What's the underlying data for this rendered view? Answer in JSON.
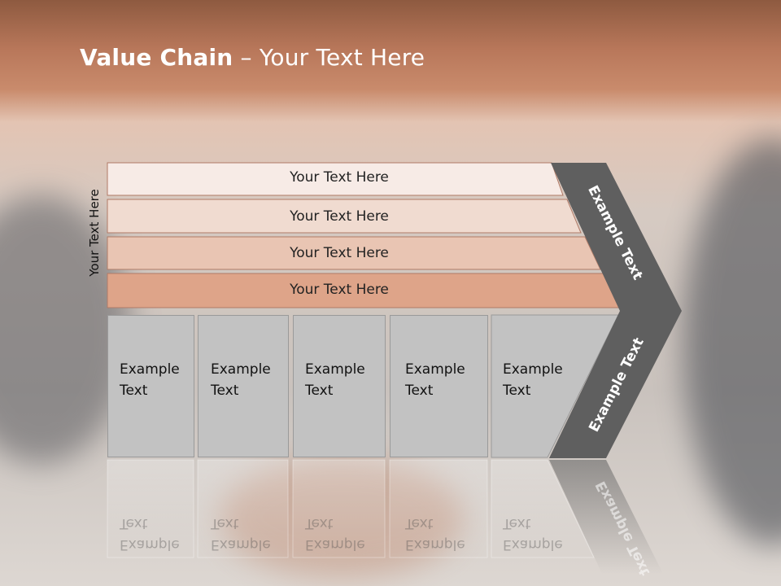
{
  "slide": {
    "title_bold": "Value Chain",
    "title_rest": " – Your Text Here",
    "vertical_label": "Your Text Here"
  },
  "bands": [
    {
      "label": "Your Text Here",
      "color": "#f7ebe6"
    },
    {
      "label": "Your Text Here",
      "color": "#f0dbd0"
    },
    {
      "label": "Your Text Here",
      "color": "#e9c5b3"
    },
    {
      "label": "Your Text Here",
      "color": "#dea489"
    }
  ],
  "boxes": [
    {
      "line1": "Example",
      "line2": "Text"
    },
    {
      "line1": "Example",
      "line2": "Text"
    },
    {
      "line1": "Example",
      "line2": "Text"
    },
    {
      "line1": "Example",
      "line2": "Text"
    },
    {
      "line1": "Example",
      "line2": "Text"
    }
  ],
  "chevron": {
    "upper_label": "Example Text",
    "lower_label": "Example Text",
    "color": "#5f5f5f"
  },
  "colors": {
    "band_border": "#b07a66",
    "box_fill": "#c2c2c2"
  }
}
